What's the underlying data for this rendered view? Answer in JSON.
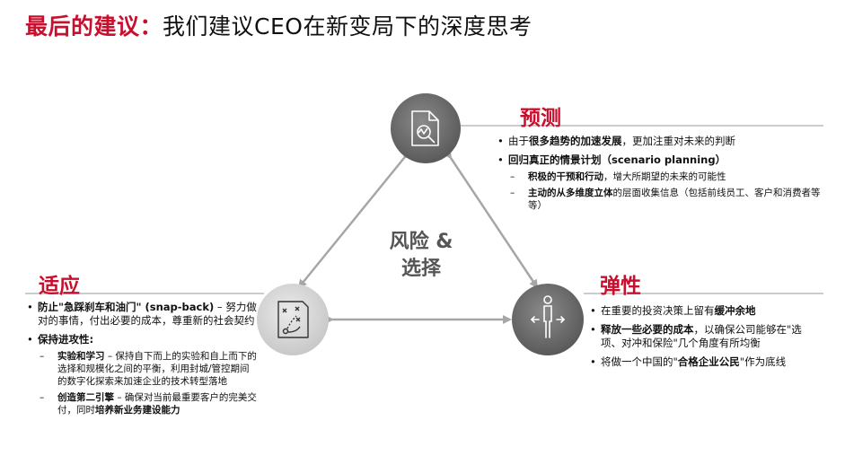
{
  "title": {
    "lead": "最后的建议：",
    "rest": "我们建议CEO在新变局下的深度思考"
  },
  "center": {
    "line1": "风险 &",
    "line2": "选择"
  },
  "forecast": {
    "title": "预测",
    "b1": {
      "pre": "由于",
      "bold": "很多趋势的加速发展",
      "post": "，更加注重对未来的判断"
    },
    "b2": {
      "bold": "回归真正的情景计划（scenario planning）"
    },
    "s1": {
      "bold": "积极的干预和行动",
      "post": "，增大所期望的未来的可能性"
    },
    "s2": {
      "bold": "主动的从多维度立体",
      "post": "的层面收集信息（包括前线员工、客户和消费者等等）"
    }
  },
  "adapt": {
    "title": "适应",
    "b1": {
      "bold": "防止\"急踩刹车和油门\" (snap-back)",
      "post": " – 努力做对的事情，付出必要的成本，尊重新的社会契约"
    },
    "b2": {
      "bold": "保持进攻性:"
    },
    "s1": {
      "bold": "实验和学习",
      "post": " – 保持自下而上的实验和自上而下的选择和规模化之间的平衡，利用封城/管控期间的数字化探索来加速企业的技术转型落地"
    },
    "s2": {
      "bold": "创造第二引擎",
      "mid": " – 确保对当前最重要客户的完美交付，同时",
      "bold2": "培养新业务建设能力"
    }
  },
  "resilience": {
    "title": "弹性",
    "b1": {
      "pre": "在重要的投资决策上留有",
      "bold": "缓冲余地"
    },
    "b2": {
      "bold": "释放一些必要的成本",
      "post": "，以确保公司能够在\"选项、对冲和保险\"几个角度有所均衡"
    },
    "b3": {
      "pre": "将做一个中国的\"",
      "bold": "合格企业公民",
      "post": "\"作为底线"
    }
  },
  "icons": {
    "top": "document-analysis-icon",
    "left": "strategy-play-icon",
    "right": "person-balance-icon"
  },
  "colors": {
    "accent": "#c8102e",
    "node_dark": "#6b6b6b",
    "node_light": "#d4d4d4",
    "arrow": "#a6a6a6"
  }
}
